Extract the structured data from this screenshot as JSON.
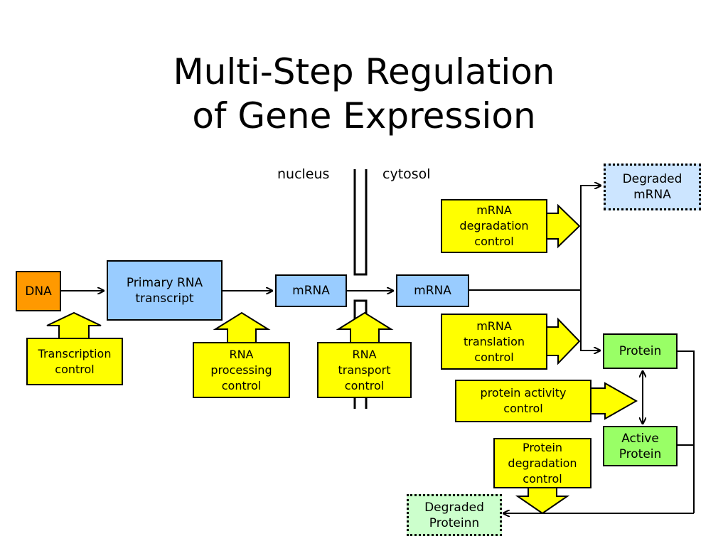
{
  "title": {
    "line1": "Multi-Step Regulation",
    "line2": "of Gene Expression"
  },
  "compartments": {
    "nucleus": "nucleus",
    "cytosol": "cytosol"
  },
  "nodes": {
    "dna": "DNA",
    "primary_rna": "Primary RNA\ntranscript",
    "mrna_nucleus": "mRNA",
    "mrna_cytosol": "mRNA",
    "degraded_mrna": "Degraded\nmRNA",
    "protein": "Protein",
    "active_protein": "Active\nProtein",
    "degraded_protein": "Degraded\nProteinn"
  },
  "controls": {
    "transcription": "Transcription\ncontrol",
    "rna_processing": "RNA\nprocessing\ncontrol",
    "rna_transport": "RNA\ntransport\ncontrol",
    "mrna_degradation": "mRNA\ndegradation\ncontrol",
    "mrna_translation": "mRNA\ntranslation\ncontrol",
    "protein_activity": "protein activity\ncontrol",
    "protein_degradation": "Protein\ndegradation\ncontrol"
  },
  "colors": {
    "control_fill": "#ffff00",
    "rna_box": "#99ccff",
    "dna_box": "#ff9900",
    "protein_box": "#99ff66"
  }
}
